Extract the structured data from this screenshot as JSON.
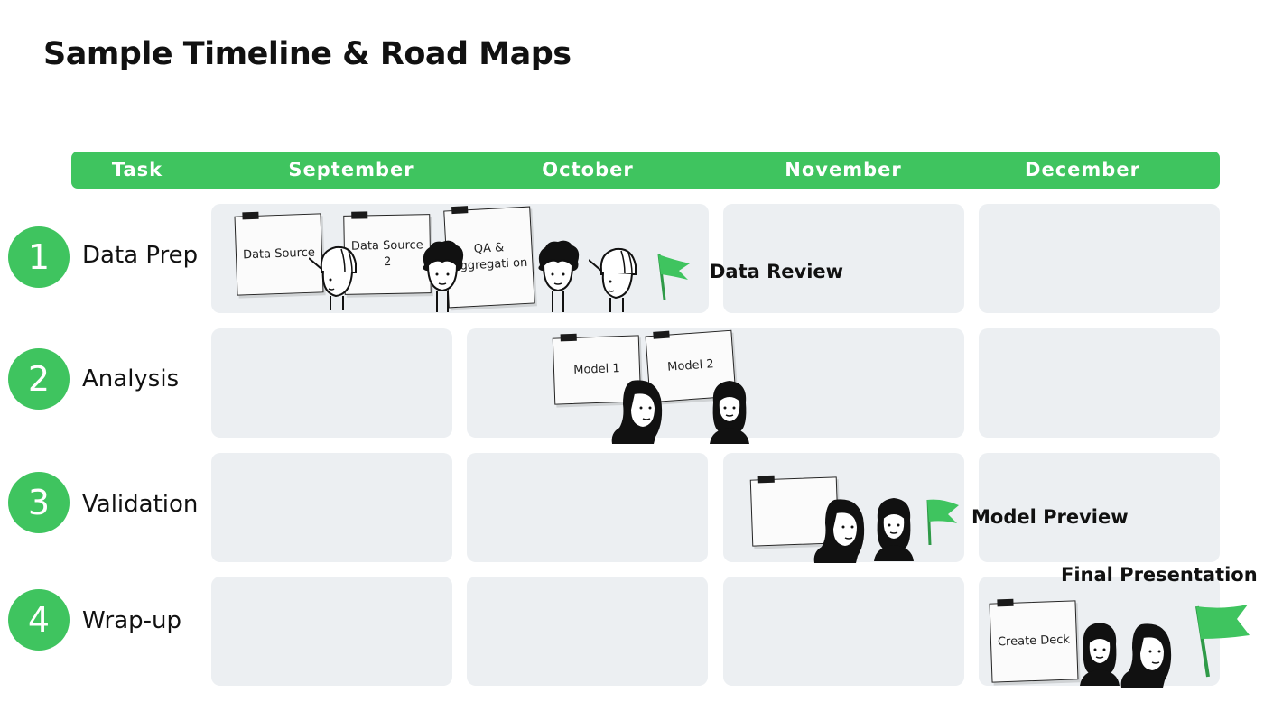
{
  "title": "Sample Timeline & Road Maps",
  "header": {
    "task": "Task",
    "months": [
      "September",
      "October",
      "November",
      "December"
    ]
  },
  "tasks": [
    {
      "number": "1",
      "name": "Data Prep"
    },
    {
      "number": "2",
      "name": "Analysis"
    },
    {
      "number": "3",
      "name": "Validation"
    },
    {
      "number": "4",
      "name": "Wrap-up"
    }
  ],
  "notes": {
    "data_source": "Data Source",
    "data_source_2": "Data Source 2",
    "qa": "QA & Aggregati on",
    "model_1": "Model 1",
    "model_2": "Model 2",
    "create_deck": "Create Deck"
  },
  "milestones": {
    "data_review": "Data Review",
    "model_preview": "Model Preview",
    "final_presentation": "Final Presentation"
  },
  "colors": {
    "accent": "#3fc45f",
    "cell": "#eceff2",
    "flag_pole": "#2f9a48"
  }
}
